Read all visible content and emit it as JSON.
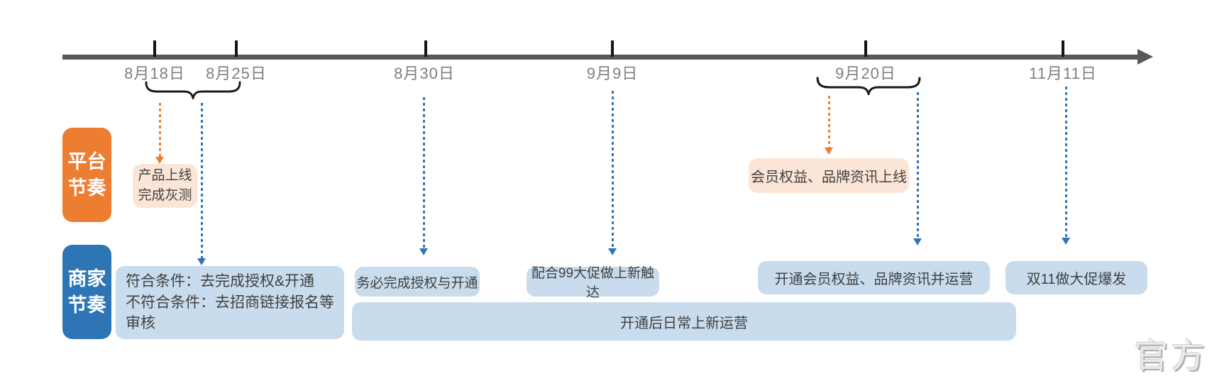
{
  "colors": {
    "platform_orange": "#ED7D31",
    "merchant_blue": "#2E75B6",
    "task_light_blue": "#C9DCEE",
    "note_peach": "#FBE5D6",
    "axis_gray": "#595959",
    "date_gray": "#7f7f7f",
    "box_text": "#404040"
  },
  "timeline": {
    "dates": [
      "8月18日",
      "8月25日",
      "8月30日",
      "9月9日",
      "9月20日",
      "11月11日"
    ]
  },
  "rows": {
    "platform": {
      "line1": "平台",
      "line2": "节奏"
    },
    "merchant": {
      "line1": "商家",
      "line2": "节奏"
    }
  },
  "platform_events": {
    "product_launch": {
      "line1": "产品上线",
      "line2": "完成灰测"
    },
    "member_rights_online": "会员权益、品牌资讯上线"
  },
  "merchant_events": {
    "qualified": "符合条件：去完成授权&开通",
    "not_qualified": "不符合条件：去招商链接报名等审核",
    "must_complete": "务必完成授权与开通",
    "promo_99": "配合99大促做上新触达",
    "open_member_rights": "开通会员权益、品牌资讯并运营",
    "double_11": "双11做大促爆发",
    "daily_operation": "开通后日常上新运营"
  },
  "watermark": "官方"
}
